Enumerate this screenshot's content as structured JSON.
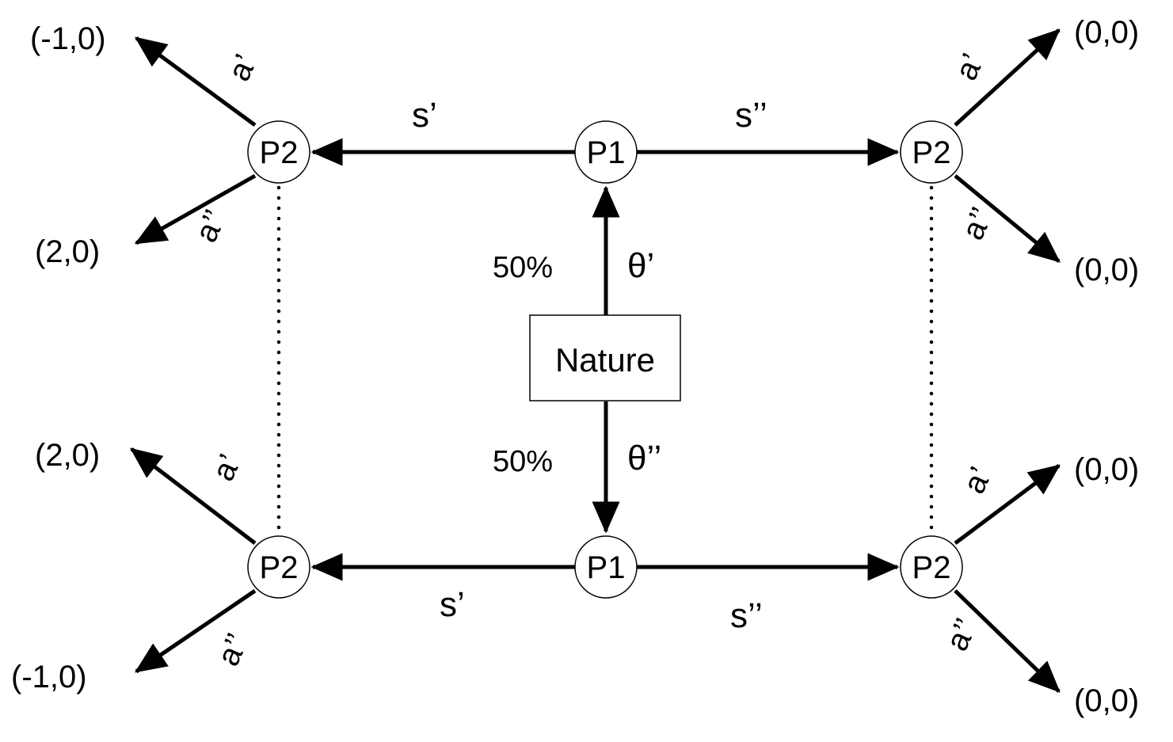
{
  "nature": {
    "label": "Nature"
  },
  "nodes": {
    "top_p1": "P1",
    "bottom_p1": "P1",
    "top_left_p2": "P2",
    "top_right_p2": "P2",
    "bottom_left_p2": "P2",
    "bottom_right_p2": "P2"
  },
  "nature_moves": {
    "top": {
      "type": "θ’",
      "prob": "50%"
    },
    "bottom": {
      "type": "θ’’",
      "prob": "50%"
    }
  },
  "p1_signals": {
    "top_left": "s’",
    "top_right": "s’’",
    "bottom_left": "s’",
    "bottom_right": "s’’"
  },
  "p2_actions": {
    "top_left_up": "a’",
    "top_left_down": "a’’",
    "top_right_up": "a’",
    "top_right_down": "a’’",
    "bottom_left_up": "a’",
    "bottom_left_down": "a’’",
    "bottom_right_up": "a’",
    "bottom_right_down": "a’’"
  },
  "payoffs": {
    "top_left_up": "(-1,0)",
    "top_left_down": "(2,0)",
    "top_right_up": "(0,0)",
    "top_right_down": "(0,0)",
    "bottom_left_up": "(2,0)",
    "bottom_left_down": "(-1,0)",
    "bottom_right_up": "(0,0)",
    "bottom_right_down": "(0,0)"
  }
}
